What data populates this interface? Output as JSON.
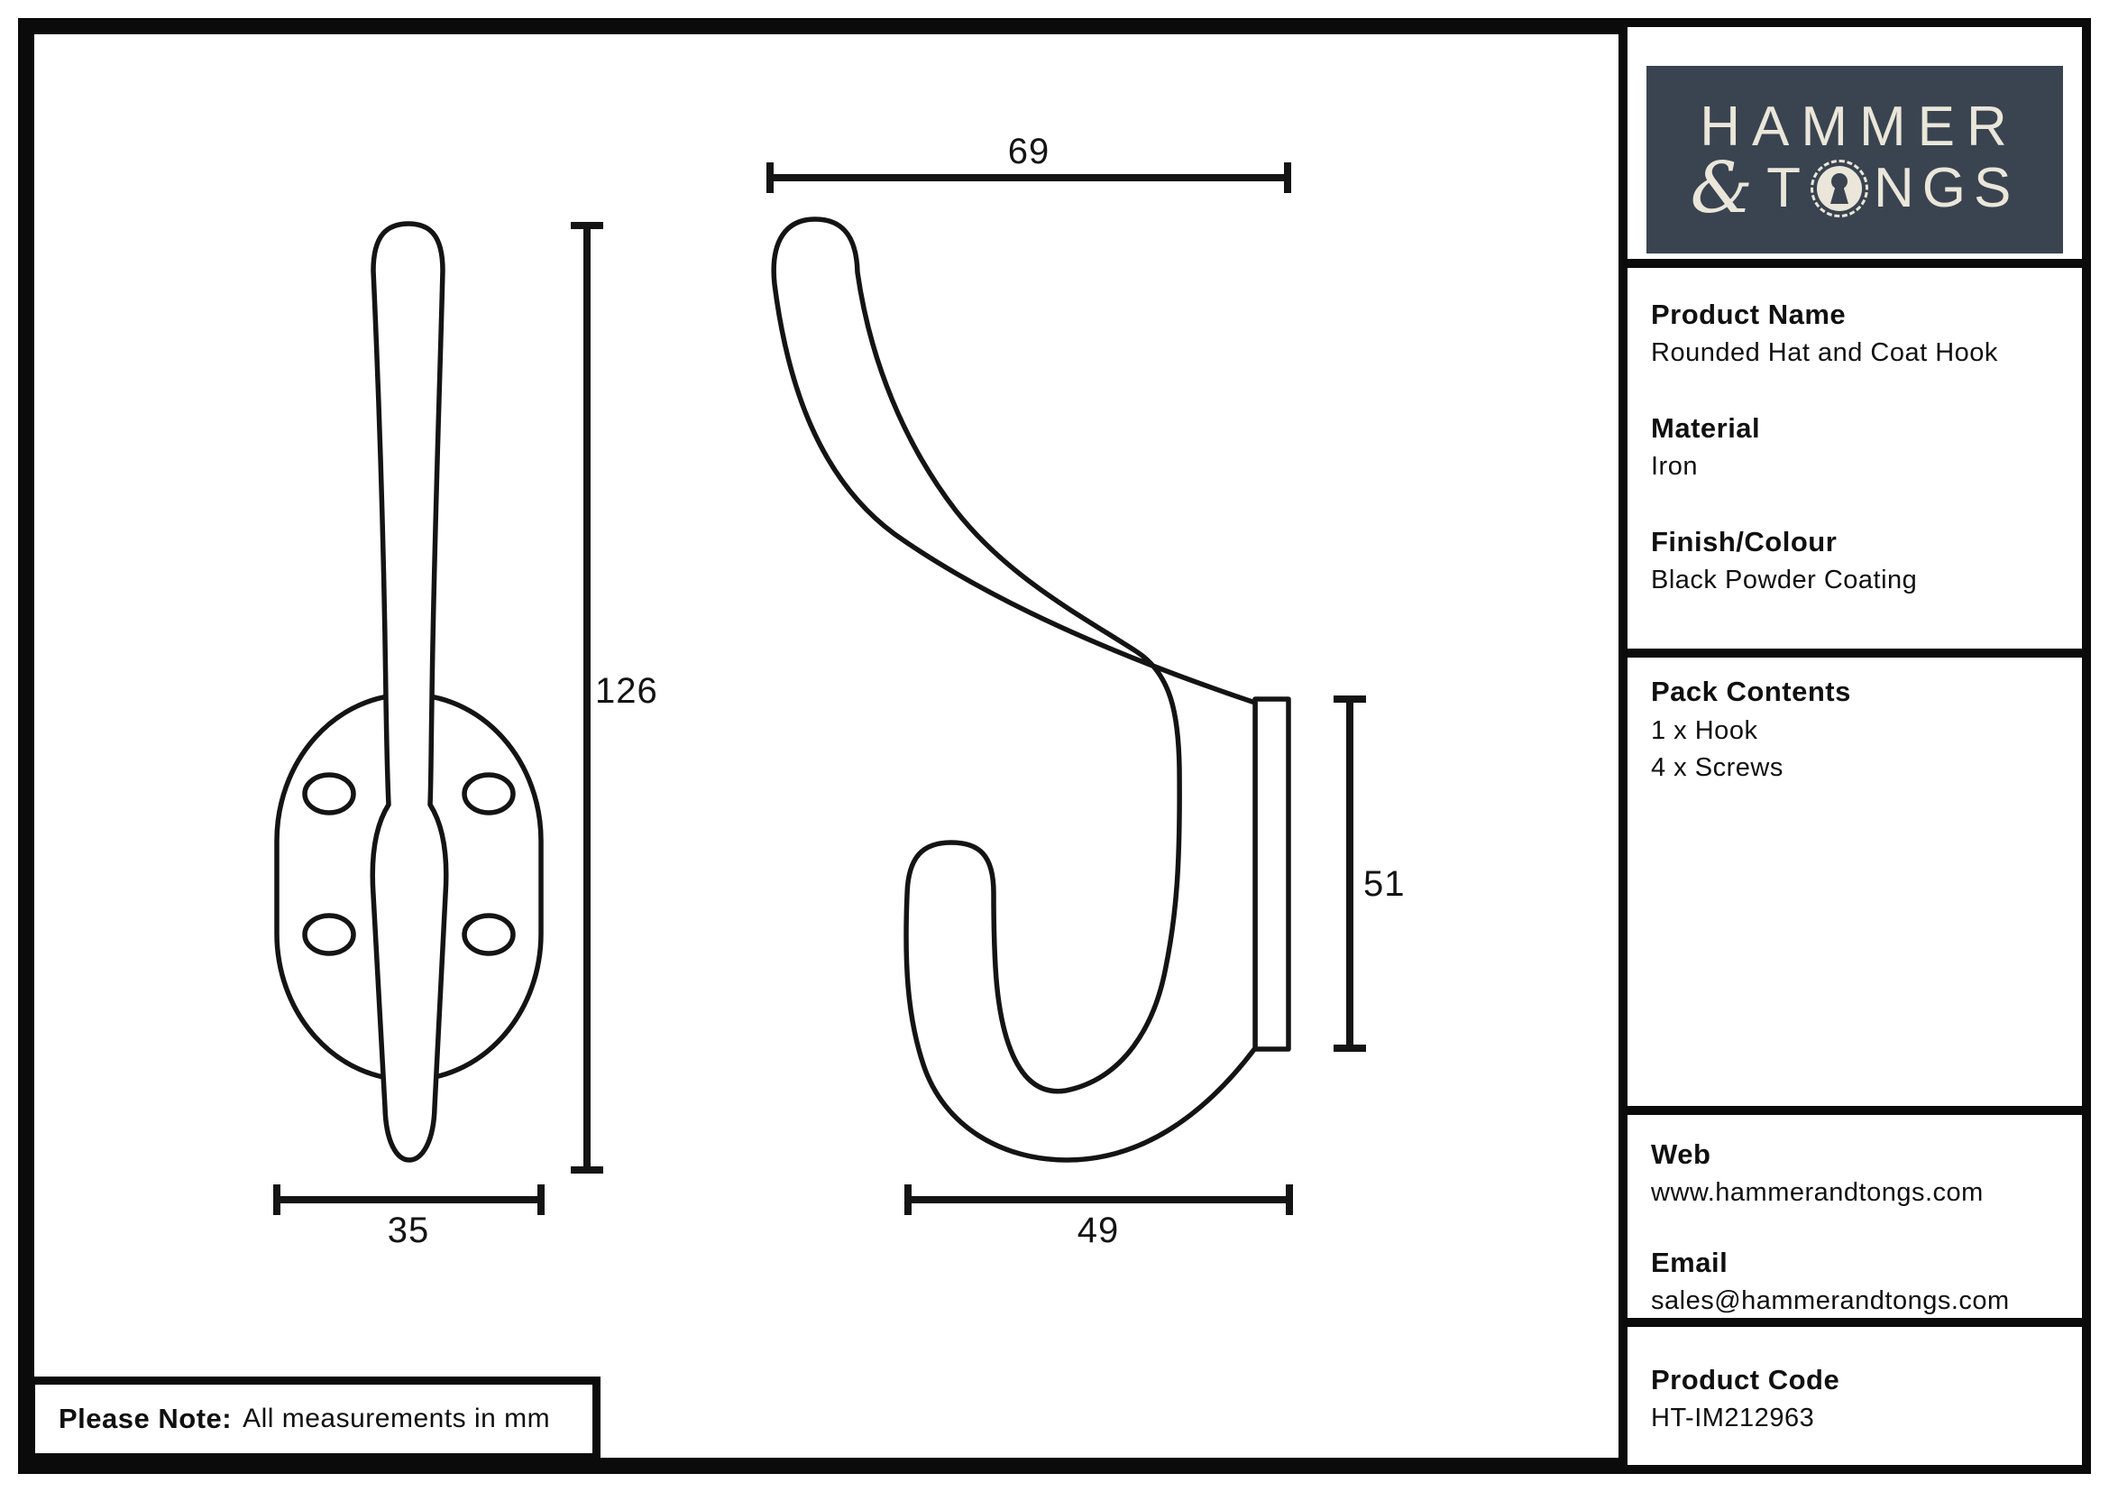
{
  "logo": {
    "line1": "HAMMER",
    "ampersand": "&",
    "line2_before_keyhole": "T",
    "line2_after_keyhole": "NGS",
    "bg_color": "#3a4450",
    "fg_color": "#eae6da"
  },
  "panel": {
    "product_name_label": "Product Name",
    "product_name": "Rounded Hat and Coat Hook",
    "material_label": "Material",
    "material": "Iron",
    "finish_label": "Finish/Colour",
    "finish": "Black Powder Coating",
    "pack_label": "Pack Contents",
    "pack_items": [
      "1 x Hook",
      "4 x Screws"
    ],
    "web_label": "Web",
    "web": "www.hammerandtongs.com",
    "email_label": "Email",
    "email": "sales@hammerandtongs.com",
    "code_label": "Product Code",
    "code": "HT-IM212963"
  },
  "dimensions": {
    "front_total_height_mm": "126",
    "front_plate_width_mm": "35",
    "side_total_depth_mm": "69",
    "side_plate_height_mm": "51",
    "side_hook_depth_mm": "49"
  },
  "note": {
    "bold": "Please Note:",
    "text": "All measurements in mm"
  },
  "colors": {
    "ink": "#101010",
    "logo_bg": "#3a4450",
    "logo_fg": "#eae6da"
  }
}
